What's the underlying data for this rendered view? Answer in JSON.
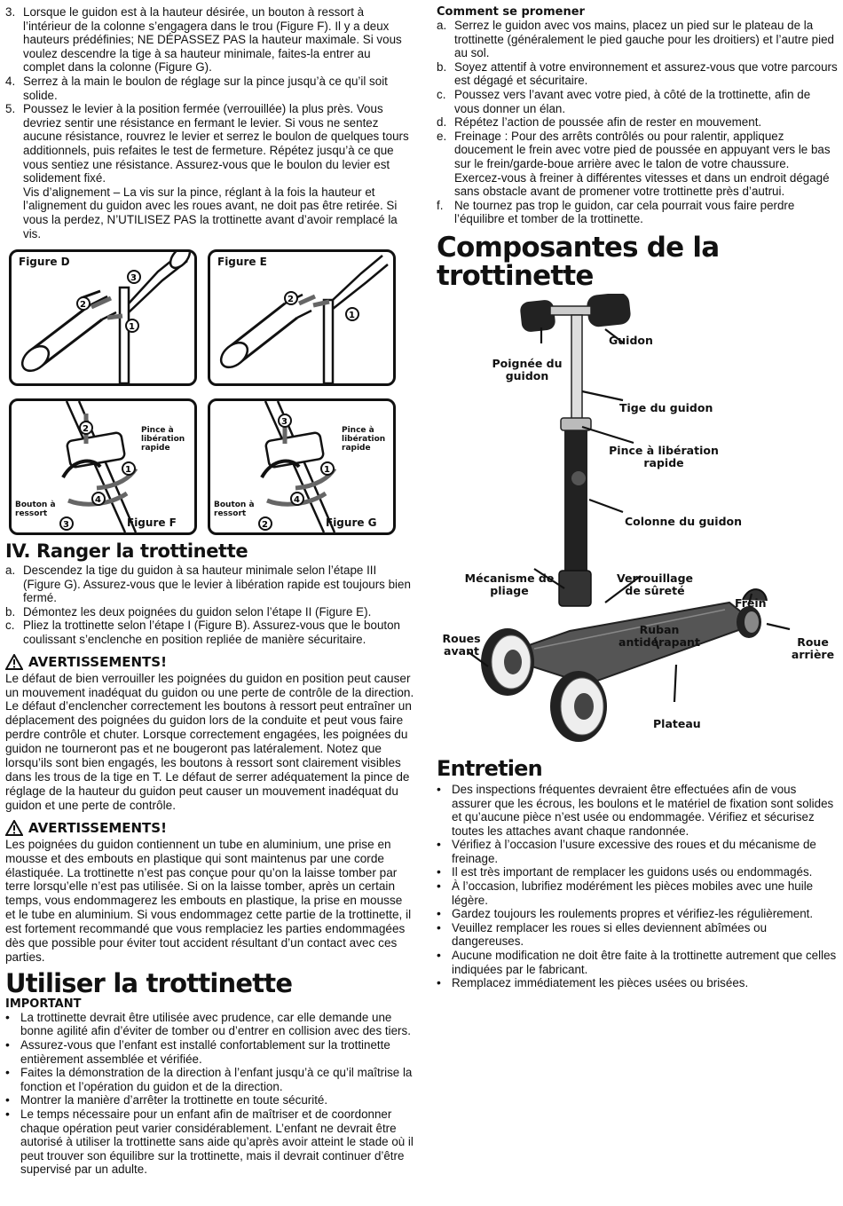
{
  "steps_top": [
    {
      "label": "3.",
      "text": "Lorsque le guidon est à la hauteur désirée, un bouton à ressort à l’intérieur de la colonne s’engagera dans le trou (Figure F). Il y a deux hauteurs prédéfinies; NE DÉPASSEZ PAS la hauteur maximale. Si vous voulez descendre la tige à sa hauteur minimale, faites-la entrer au complet dans la colonne (Figure G)."
    },
    {
      "label": "4.",
      "text": "Serrez à la main le boulon de réglage sur la pince jusqu’à ce qu’il soit solide."
    },
    {
      "label": "5.",
      "text": "Poussez le levier à la position fermée (verrouillée) la plus près. Vous devriez sentir une résistance en fermant le levier. Si vous ne sentez aucune résistance, rouvrez le levier et serrez le boulon de quelques tours additionnels, puis refaites le test de fermeture. Répétez jusqu’à ce que vous sentiez une résistance. Assurez-vous que le boulon du levier est solidement fixé."
    }
  ],
  "alignment_note": "Vis d’alignement – La vis sur la pince, réglant à la fois la hauteur et l’alignement du guidon avec les roues avant, ne doit pas être retirée. Si vous la perdez, N’UTILISEZ PAS la trottinette avant d’avoir remplacé la vis.",
  "figures": {
    "d": {
      "title": "Figure D",
      "n1": "1",
      "n2": "2",
      "n3": "3"
    },
    "e": {
      "title": "Figure E",
      "n1": "1",
      "n2": "2"
    },
    "f": {
      "title": "Figure F",
      "pince": "Pince à libération rapide",
      "bouton": "Bouton à ressort",
      "n1": "1",
      "n2": "2",
      "n3": "3",
      "n4": "4"
    },
    "g": {
      "title": "Figure G",
      "pince": "Pince à libération rapide",
      "bouton": "Bouton à ressort",
      "n1": "1",
      "n2": "2",
      "n3": "3",
      "n4": "4"
    }
  },
  "ranger": {
    "title": "IV. Ranger la trottinette",
    "items": [
      {
        "label": "a.",
        "text": "Descendez la tige du guidon à sa hauteur minimale selon l’étape III (Figure G). Assurez-vous que le levier à libération rapide est toujours bien fermé."
      },
      {
        "label": "b.",
        "text": "Démontez les deux poignées du guidon selon l’étape II (Figure E)."
      },
      {
        "label": "c.",
        "text": "Pliez la trottinette selon l’étape I (Figure B). Assurez-vous que le bouton coulissant s’enclenche en position repliée de manière sécuritaire."
      }
    ]
  },
  "warning1": {
    "title": "AVERTISSEMENTS!",
    "text": "Le défaut de bien verrouiller les poignées du guidon en position peut causer un mouvement inadéquat du guidon ou une perte de contrôle de la direction. Le défaut d’enclencher correctement les boutons à ressort peut entraîner un déplacement des poignées du guidon lors de la conduite et peut vous faire perdre contrôle et chuter. Lorsque correctement engagées, les poignées du guidon ne tourneront pas et ne bougeront pas latéralement. Notez que lorsqu’ils sont bien engagés, les boutons à ressort sont clairement visibles dans les trous de la tige en T. Le défaut de serrer adéquatement la pince de réglage de la hauteur du guidon peut causer un mouvement inadéquat du guidon et une perte de contrôle."
  },
  "warning2": {
    "title": "AVERTISSEMENTS!",
    "text": "Les poignées du guidon contiennent un tube en aluminium, une prise en mousse et des embouts en plastique qui sont maintenus par une corde élastiquée. La trottinette n’est pas conçue pour qu’on la laisse tomber par terre lorsqu’elle n’est pas utilisée. Si on la laisse tomber, après un certain temps, vous endommagerez les embouts en plastique, la prise en mousse et le tube en aluminium. Si vous endommagez cette partie de la trottinette, il est fortement recommandé que vous remplaciez les parties endommagées dès que possible pour éviter tout accident résultant d’un contact avec ces parties."
  },
  "utiliser": {
    "title": "Utiliser la trottinette",
    "subtitle": "IMPORTANT",
    "items": [
      "La trottinette devrait être utilisée avec prudence, car elle demande une bonne agilité afin d’éviter de tomber ou d’entrer en collision avec des tiers.",
      "Assurez-vous que l’enfant est installé confortablement sur la trottinette entièrement assemblée et vérifiée.",
      "Faites la démonstration de la direction à l’enfant jusqu’à ce qu’il maîtrise la  fonction et l’opération du guidon et de la direction.",
      "Montrer la manière d’arrêter la trottinette  en toute sécurité.",
      "Le temps nécessaire pour un enfant afin de maîtriser et de coordonner chaque opération peut varier considérablement. L’enfant ne devrait être autorisé à utiliser la trottinette sans aide qu’après avoir atteint le stade où il peut trouver son équilibre sur la trottinette, mais il devrait continuer d’être supervisé par un adulte."
    ]
  },
  "promener": {
    "title": "Comment se promener",
    "items": [
      {
        "label": "a.",
        "text": "Serrez le guidon avec vos mains, placez un pied sur le plateau de la trottinette (généralement le pied gauche pour les droitiers) et l’autre pied au sol."
      },
      {
        "label": "b.",
        "text": "Soyez attentif à votre environnement et assurez-vous que votre parcours est dégagé et sécuritaire."
      },
      {
        "label": "c.",
        "text": "Poussez vers l’avant avec votre pied, à côté de la trottinette, afin de vous donner un élan."
      },
      {
        "label": "d.",
        "text": "Répétez l’action de poussée afin de rester en mouvement."
      },
      {
        "label": "e.",
        "text": "Freinage : Pour des arrêts contrôlés ou pour ralentir, appliquez doucement le frein avec votre pied de poussée en appuyant vers le bas sur le frein/garde-boue arrière avec le talon de votre chaussure. Exercez-vous à freiner à différentes vitesses et dans un endroit dégagé sans obstacle avant de promener votre trottinette près d’autrui."
      },
      {
        "label": "f.",
        "text": "Ne tournez pas trop le guidon, car cela pourrait vous faire perdre l’équilibre et tomber de la trottinette."
      }
    ]
  },
  "composantes": {
    "title": "Composantes de la trottinette",
    "labels": {
      "guidon": "Guidon",
      "poignee": "Poignée du guidon",
      "tige": "Tige du guidon",
      "pince": "Pince à libération rapide",
      "colonne": "Colonne du guidon",
      "mecanisme": "Mécanisme de pliage",
      "verrouillage": "Verrouillage de sûreté",
      "frein": "Frein",
      "roues_avant": "Roues avant",
      "ruban": "Ruban antidérapant",
      "roue_arriere": "Roue arrière",
      "plateau": "Plateau"
    }
  },
  "entretien": {
    "title": "Entretien",
    "items": [
      "Des inspections fréquentes devraient être effectuées afin de vous assurer que les écrous, les boulons et le matériel de fixation sont solides et qu’aucune pièce n’est usée ou endommagée. Vérifiez et sécurisez toutes les attaches avant chaque randonnée.",
      "Vérifiez à l’occasion l’usure excessive des roues et du mécanisme de freinage.",
      "Il est très important de remplacer les guidons usés ou endommagés.",
      "À l’occasion, lubrifiez modérément les pièces mobiles avec une huile légère.",
      "Gardez toujours les roulements propres et vérifiez-les régulièrement.",
      "Veuillez remplacer les roues si elles deviennent abîmées ou dangereuses.",
      "Aucune modification ne doit être faite à la trottinette autrement que celles indiquées par le fabricant.",
      "Remplacez immédiatement les pièces usées ou brisées."
    ]
  }
}
